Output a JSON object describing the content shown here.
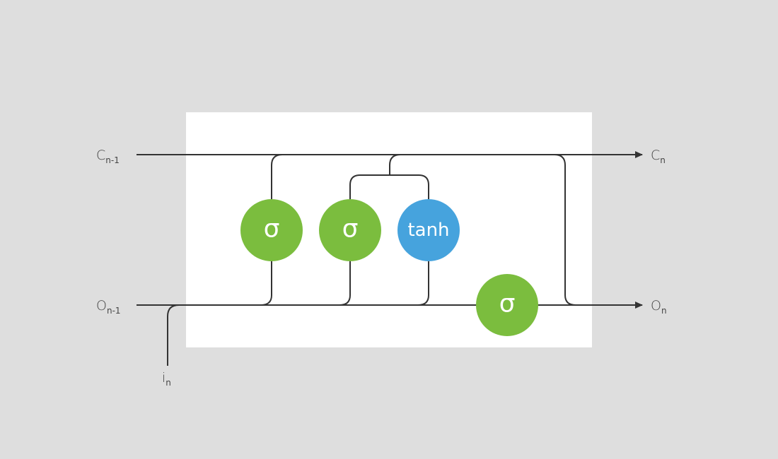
{
  "colors": {
    "background": "#dedede",
    "cell_box": "#ffffff",
    "wire": "#333333",
    "sigmoid_gate": "#7bbd3e",
    "tanh_gate": "#46a3dd",
    "label_text": "#444444"
  },
  "labels": {
    "cell_in": {
      "main": "C",
      "sub": "n-1"
    },
    "cell_out": {
      "main": "C",
      "sub": "n"
    },
    "output_in": {
      "main": "O",
      "sub": "n-1"
    },
    "output_out": {
      "main": "O",
      "sub": "n"
    },
    "input": {
      "main": "i",
      "sub": "n"
    }
  },
  "gates": [
    {
      "id": "forget-gate",
      "label": "σ",
      "kind": "sigmoid"
    },
    {
      "id": "input-gate",
      "label": "σ",
      "kind": "sigmoid"
    },
    {
      "id": "candidate-gate",
      "label": "tanh",
      "kind": "tanh"
    },
    {
      "id": "output-gate",
      "label": "σ",
      "kind": "sigmoid"
    }
  ]
}
